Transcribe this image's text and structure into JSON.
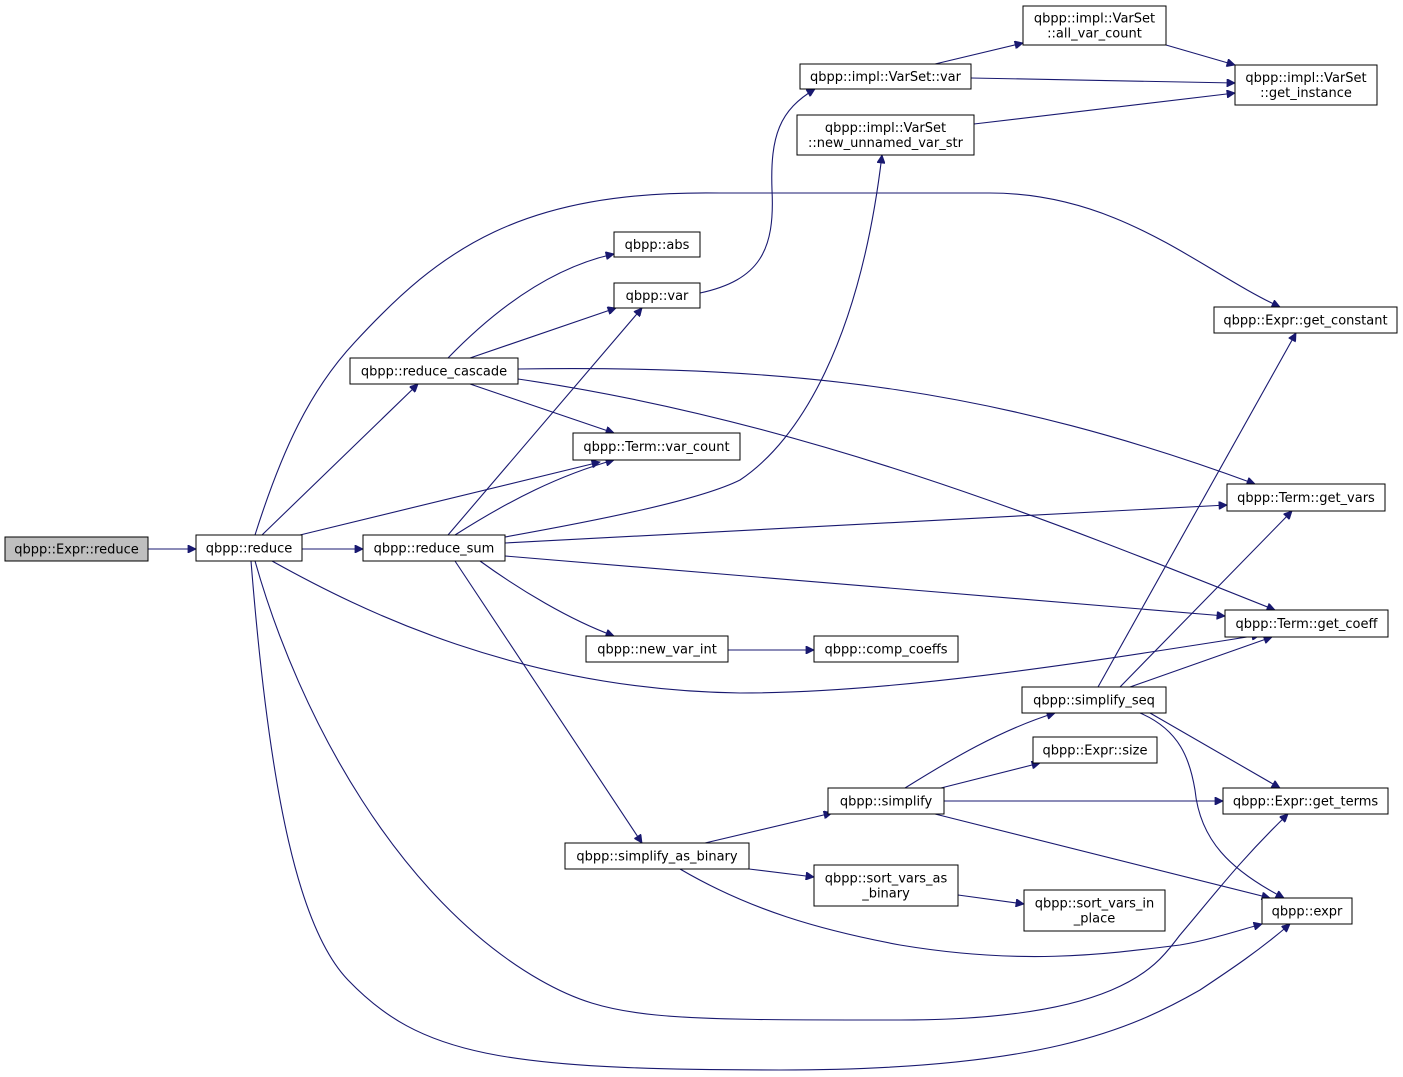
{
  "graph": {
    "nodes": [
      {
        "id": "expr_reduce",
        "lines": [
          "qbpp::Expr::reduce"
        ],
        "root": true
      },
      {
        "id": "reduce",
        "lines": [
          "qbpp::reduce"
        ]
      },
      {
        "id": "reduce_cascade",
        "lines": [
          "qbpp::reduce_cascade"
        ]
      },
      {
        "id": "reduce_sum",
        "lines": [
          "qbpp::reduce_sum"
        ]
      },
      {
        "id": "abs",
        "lines": [
          "qbpp::abs"
        ]
      },
      {
        "id": "var",
        "lines": [
          "qbpp::var"
        ]
      },
      {
        "id": "term_var_count",
        "lines": [
          "qbpp::Term::var_count"
        ]
      },
      {
        "id": "new_var_int",
        "lines": [
          "qbpp::new_var_int"
        ]
      },
      {
        "id": "simplify_as_binary",
        "lines": [
          "qbpp::simplify_as_binary"
        ]
      },
      {
        "id": "varset_var",
        "lines": [
          "qbpp::impl::VarSet::var"
        ]
      },
      {
        "id": "varset_new_unnamed",
        "lines": [
          "qbpp::impl::VarSet",
          "::new_unnamed_var_str"
        ]
      },
      {
        "id": "varset_all_var_count",
        "lines": [
          "qbpp::impl::VarSet",
          "::all_var_count"
        ]
      },
      {
        "id": "varset_get_instance",
        "lines": [
          "qbpp::impl::VarSet",
          "::get_instance"
        ]
      },
      {
        "id": "comp_coeffs",
        "lines": [
          "qbpp::comp_coeffs"
        ]
      },
      {
        "id": "simplify",
        "lines": [
          "qbpp::simplify"
        ]
      },
      {
        "id": "sort_vars_as_binary",
        "lines": [
          "qbpp::sort_vars_as",
          "_binary"
        ]
      },
      {
        "id": "sort_vars_in_place",
        "lines": [
          "qbpp::sort_vars_in",
          "_place"
        ]
      },
      {
        "id": "simplify_seq",
        "lines": [
          "qbpp::simplify_seq"
        ]
      },
      {
        "id": "expr_size",
        "lines": [
          "qbpp::Expr::size"
        ]
      },
      {
        "id": "expr_get_constant",
        "lines": [
          "qbpp::Expr::get_constant"
        ]
      },
      {
        "id": "term_get_vars",
        "lines": [
          "qbpp::Term::get_vars"
        ]
      },
      {
        "id": "term_get_coeff",
        "lines": [
          "qbpp::Term::get_coeff"
        ]
      },
      {
        "id": "expr_get_terms",
        "lines": [
          "qbpp::Expr::get_terms"
        ]
      },
      {
        "id": "expr",
        "lines": [
          "qbpp::expr"
        ]
      }
    ],
    "edges": [
      {
        "from": "expr_reduce",
        "to": "reduce"
      },
      {
        "from": "reduce",
        "to": "expr_get_constant"
      },
      {
        "from": "reduce",
        "to": "reduce_cascade"
      },
      {
        "from": "reduce",
        "to": "term_var_count"
      },
      {
        "from": "reduce",
        "to": "reduce_sum"
      },
      {
        "from": "reduce",
        "to": "term_get_coeff"
      },
      {
        "from": "reduce",
        "to": "expr_get_terms"
      },
      {
        "from": "reduce",
        "to": "expr"
      },
      {
        "from": "reduce_cascade",
        "to": "abs"
      },
      {
        "from": "reduce_cascade",
        "to": "var"
      },
      {
        "from": "reduce_cascade",
        "to": "term_var_count"
      },
      {
        "from": "reduce_cascade",
        "to": "term_get_vars"
      },
      {
        "from": "reduce_cascade",
        "to": "term_get_coeff"
      },
      {
        "from": "reduce_sum",
        "to": "var"
      },
      {
        "from": "reduce_sum",
        "to": "term_var_count"
      },
      {
        "from": "reduce_sum",
        "to": "varset_new_unnamed"
      },
      {
        "from": "reduce_sum",
        "to": "term_get_vars"
      },
      {
        "from": "reduce_sum",
        "to": "term_get_coeff"
      },
      {
        "from": "reduce_sum",
        "to": "new_var_int"
      },
      {
        "from": "reduce_sum",
        "to": "simplify_as_binary"
      },
      {
        "from": "var",
        "to": "varset_var"
      },
      {
        "from": "varset_var",
        "to": "varset_all_var_count"
      },
      {
        "from": "varset_var",
        "to": "varset_get_instance"
      },
      {
        "from": "varset_all_var_count",
        "to": "varset_get_instance"
      },
      {
        "from": "varset_new_unnamed",
        "to": "varset_get_instance"
      },
      {
        "from": "new_var_int",
        "to": "comp_coeffs"
      },
      {
        "from": "simplify_as_binary",
        "to": "simplify"
      },
      {
        "from": "simplify_as_binary",
        "to": "sort_vars_as_binary"
      },
      {
        "from": "simplify_as_binary",
        "to": "expr"
      },
      {
        "from": "sort_vars_as_binary",
        "to": "sort_vars_in_place"
      },
      {
        "from": "simplify",
        "to": "simplify_seq"
      },
      {
        "from": "simplify",
        "to": "expr_size"
      },
      {
        "from": "simplify",
        "to": "expr_get_terms"
      },
      {
        "from": "simplify",
        "to": "expr"
      },
      {
        "from": "simplify_seq",
        "to": "expr_get_constant"
      },
      {
        "from": "simplify_seq",
        "to": "term_get_vars"
      },
      {
        "from": "simplify_seq",
        "to": "term_get_coeff"
      },
      {
        "from": "simplify_seq",
        "to": "expr_get_terms"
      },
      {
        "from": "simplify_seq",
        "to": "expr"
      }
    ]
  }
}
